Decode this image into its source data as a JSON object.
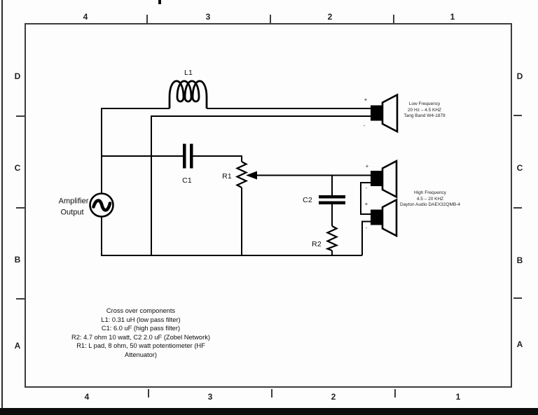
{
  "frame": {
    "columns": [
      "4",
      "3",
      "2",
      "1"
    ],
    "rows": [
      "D",
      "C",
      "B",
      "A"
    ]
  },
  "source": {
    "label_lines": [
      "Amplifier",
      "Output"
    ]
  },
  "components": {
    "l1": "L1",
    "c1": "C1",
    "r1": "R1",
    "c2": "C2",
    "r2": "R2"
  },
  "polarity": {
    "plus": "+",
    "minus": "-"
  },
  "speakers": {
    "low": {
      "lines": [
        "Low Frequency",
        "20 Hz – 4.5 KHZ",
        "Tang Band W4-1879"
      ]
    },
    "high": {
      "lines": [
        "High Frequency",
        "4.5 – 20 KHZ",
        "Dayton Audio DAEX32QMB-4"
      ]
    }
  },
  "notes": {
    "lines": [
      "Cross over components",
      "L1: 0.31 uH (low pass filter)",
      "C1: 6.0 uF (high pass filter)",
      "R2: 4.7 ohm 10 watt, C2 2.0 uF (Zobel Network)",
      "R1: L pad,  8 ohm, 50 watt potentiometer (HF",
      "Attenuator)"
    ]
  },
  "colors": {
    "ink": "#000000",
    "frame_line": "#3d3d3d",
    "paper": "#fdfdfd",
    "footer_bar": "#0d0d0d"
  }
}
